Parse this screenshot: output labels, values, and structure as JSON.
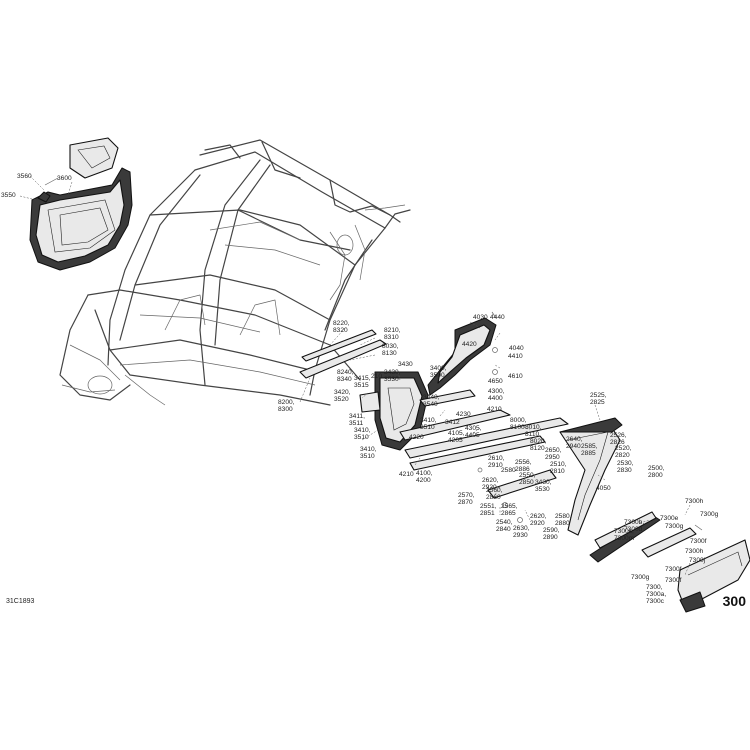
{
  "page_number": "300",
  "drawing_code": "31C1893",
  "callouts": [
    {
      "id": "c3560",
      "lines": [
        "3560"
      ]
    },
    {
      "id": "c3600",
      "lines": [
        "3600"
      ]
    },
    {
      "id": "c3550",
      "lines": [
        "3550"
      ]
    },
    {
      "id": "c8220",
      "lines": [
        "8220,",
        "8320"
      ]
    },
    {
      "id": "c8210",
      "lines": [
        "8210,",
        "8310"
      ]
    },
    {
      "id": "c8030",
      "lines": [
        "8030,",
        "8130"
      ]
    },
    {
      "id": "c8240",
      "lines": [
        "8240,",
        "8340"
      ]
    },
    {
      "id": "c3415",
      "lines": [
        "3415,",
        "3515"
      ]
    },
    {
      "id": "c210",
      "lines": [
        "210"
      ]
    },
    {
      "id": "c3430a",
      "lines": [
        "3430"
      ]
    },
    {
      "id": "c3430b",
      "lines": [
        "3430,",
        "3530"
      ]
    },
    {
      "id": "c3420",
      "lines": [
        "3420,",
        "3520"
      ]
    },
    {
      "id": "c8200",
      "lines": [
        "8200,",
        "8300"
      ]
    },
    {
      "id": "c3411",
      "lines": [
        "3411,",
        "3511"
      ]
    },
    {
      "id": "c3410a",
      "lines": [
        "3410,",
        "3510"
      ]
    },
    {
      "id": "c3410b",
      "lines": [
        "3410,",
        "3510"
      ]
    },
    {
      "id": "c3410c",
      "lines": [
        "3410,",
        "3510"
      ]
    },
    {
      "id": "c3400",
      "lines": [
        "3400,",
        "3500"
      ]
    },
    {
      "id": "c3440",
      "lines": [
        "3440,",
        "3540"
      ]
    },
    {
      "id": "c3412",
      "lines": [
        "3412"
      ]
    },
    {
      "id": "c4030",
      "lines": [
        "4030"
      ]
    },
    {
      "id": "c4440",
      "lines": [
        "4440"
      ]
    },
    {
      "id": "c4420",
      "lines": [
        "4420"
      ]
    },
    {
      "id": "c4040",
      "lines": [
        "4040"
      ]
    },
    {
      "id": "c4410",
      "lines": [
        "4410"
      ]
    },
    {
      "id": "c4610",
      "lines": [
        "4610"
      ]
    },
    {
      "id": "c4650",
      "lines": [
        "4650"
      ]
    },
    {
      "id": "c4300",
      "lines": [
        "4300,",
        "4400"
      ]
    },
    {
      "id": "c4210a",
      "lines": [
        "4210"
      ]
    },
    {
      "id": "c4230",
      "lines": [
        "4230"
      ]
    },
    {
      "id": "c4220",
      "lines": [
        "4220"
      ]
    },
    {
      "id": "c4305",
      "lines": [
        "4305,",
        "4405"
      ]
    },
    {
      "id": "c4105",
      "lines": [
        "4105,",
        "4205"
      ]
    },
    {
      "id": "c4210b",
      "lines": [
        "4210"
      ]
    },
    {
      "id": "c4100",
      "lines": [
        "4100,",
        "4200"
      ]
    },
    {
      "id": "c8000",
      "lines": [
        "8000,",
        "8100"
      ]
    },
    {
      "id": "c8010",
      "lines": [
        "8010,",
        "8110"
      ]
    },
    {
      "id": "c8020",
      "lines": [
        "8020,",
        "8120"
      ]
    },
    {
      "id": "c2525",
      "lines": [
        "2525,",
        "2825"
      ]
    },
    {
      "id": "c2640",
      "lines": [
        "2640,",
        "2940"
      ]
    },
    {
      "id": "c2526",
      "lines": [
        "2526,",
        "2826"
      ]
    },
    {
      "id": "c2585",
      "lines": [
        "2585,",
        "2885"
      ]
    },
    {
      "id": "c2520",
      "lines": [
        "2520,",
        "2820"
      ]
    },
    {
      "id": "c2650",
      "lines": [
        "2650,",
        "2950"
      ]
    },
    {
      "id": "c2510",
      "lines": [
        "2510,",
        "2810"
      ]
    },
    {
      "id": "c2530",
      "lines": [
        "2530,",
        "2830"
      ]
    },
    {
      "id": "c2500",
      "lines": [
        "2500,",
        "2800"
      ]
    },
    {
      "id": "c2610",
      "lines": [
        "2610,",
        "2910"
      ]
    },
    {
      "id": "c2556",
      "lines": [
        "2556,",
        "2886"
      ]
    },
    {
      "id": "c2580a",
      "lines": [
        "2580"
      ]
    },
    {
      "id": "c4050",
      "lines": [
        "4050"
      ]
    },
    {
      "id": "c2550",
      "lines": [
        "2550,",
        "2850"
      ]
    },
    {
      "id": "c2620",
      "lines": [
        "2620,",
        "2920"
      ]
    },
    {
      "id": "c3430c",
      "lines": [
        "3430,",
        "3530"
      ]
    },
    {
      "id": "c2570",
      "lines": [
        "2570,",
        "2870"
      ]
    },
    {
      "id": "c2560",
      "lines": [
        "2560,",
        "2860"
      ]
    },
    {
      "id": "c2551",
      "lines": [
        "2551,",
        "2851"
      ]
    },
    {
      "id": "c2565",
      "lines": [
        "2565,",
        "2865"
      ]
    },
    {
      "id": "c2620b",
      "lines": [
        "2620,",
        "2920"
      ]
    },
    {
      "id": "c2580b",
      "lines": [
        "2580,",
        "2880"
      ]
    },
    {
      "id": "c2540",
      "lines": [
        "2540,",
        "2840"
      ]
    },
    {
      "id": "c2630",
      "lines": [
        "2630,",
        "2930"
      ]
    },
    {
      "id": "c2590",
      "lines": [
        "2590,",
        "2890"
      ]
    },
    {
      "id": "c7300h_a",
      "lines": [
        "7300h"
      ]
    },
    {
      "id": "c7300b",
      "lines": [
        "7300b,",
        "7300d"
      ]
    },
    {
      "id": "c7300e",
      "lines": [
        "7300e"
      ]
    },
    {
      "id": "c7300g_a",
      "lines": [
        "7300g"
      ]
    },
    {
      "id": "c7300g_b",
      "lines": [
        "7300g"
      ]
    },
    {
      "id": "c7300k",
      "lines": [
        "7300k,",
        "7300m"
      ]
    },
    {
      "id": "c7300f_a",
      "lines": [
        "7300f"
      ]
    },
    {
      "id": "c7300h_b",
      "lines": [
        "7300h"
      ]
    },
    {
      "id": "c7300j",
      "lines": [
        "7300j"
      ]
    },
    {
      "id": "c7300f_b",
      "lines": [
        "7300f"
      ]
    },
    {
      "id": "c7300g_c",
      "lines": [
        "7300g"
      ]
    },
    {
      "id": "c7300f_c",
      "lines": [
        "7300f"
      ]
    },
    {
      "id": "c7300",
      "lines": [
        "7300,",
        "7300a,",
        "7300c"
      ]
    }
  ]
}
